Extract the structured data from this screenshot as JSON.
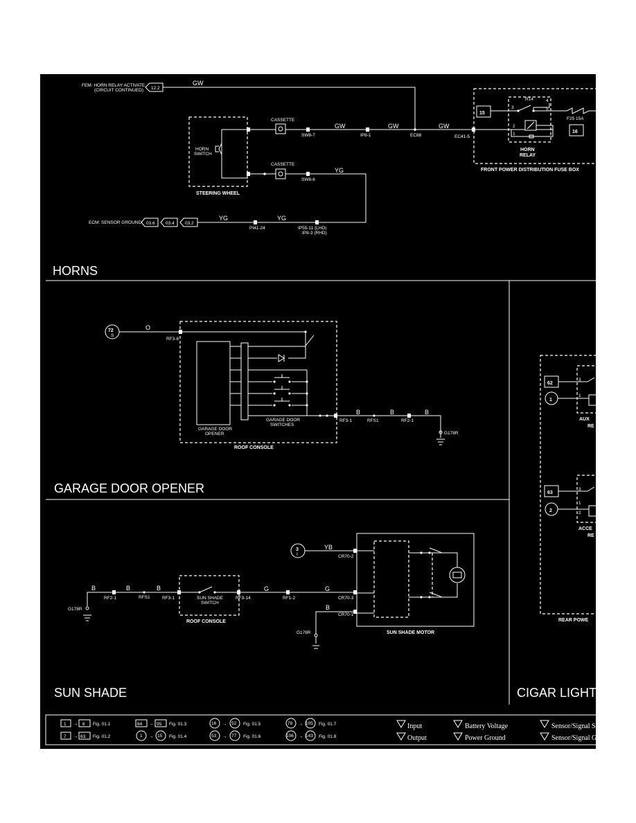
{
  "colors": {
    "background": "#000000",
    "line": "#ffffff",
    "page": "#ffffff"
  },
  "horns": {
    "title": "HORNS",
    "fem_label": "FEM: HORN RELAY ACTIVATE",
    "fem_sub": "(CIRCUIT CONTINUED)",
    "fem_ref": "12.2",
    "wire_gw": "GW",
    "wire_yg": "YG",
    "cassette": "CASSETTE",
    "horn_switch_1": "HORN",
    "horn_switch_2": "SWITCH",
    "steering_wheel": "STEERING WHEEL",
    "sw8_7": "SW8-7",
    "sw8_6": "SW8-6",
    "ip8_1": "IP8-1",
    "ec88": "EC88",
    "ec41_5": "EC41-5",
    "relay_box_num_15": "15",
    "relay_box_num_16": "16",
    "r14": "R14",
    "fuse": "F25 15A",
    "horn_relay_1": "HORN",
    "horn_relay_2": "RELAY",
    "fuse_box": "FRONT POWER DISTRIBUTION FUSE BOX",
    "ecm_label": "ECM: SENSOR GROUND",
    "ecm_refs": [
      "03.6",
      "03.4",
      "03.2"
    ],
    "pi41_24": "PI41-24",
    "ip55_11": "IP55-11 (LHD)",
    "ip8_3": "IP8-3 (RHD)",
    "relay_pins": [
      "3",
      "4",
      "5",
      "2",
      "1"
    ]
  },
  "garage": {
    "title": "GARAGE DOOR OPENER",
    "source_num": "72",
    "source_sub": "S",
    "wire_o": "O",
    "rf3_8": "RF3-8",
    "opener_1": "GARAGE DOOR",
    "opener_2": "OPENER",
    "switches_1": "GARAGE DOOR",
    "switches_2": "SWITCHES",
    "rf3_1": "RF3-1",
    "rfs1": "RFS1",
    "rf2_1": "RF2-1",
    "wire_b": "B",
    "g178r": "G178R",
    "roof_console": "ROOF CONSOLE"
  },
  "sunshade": {
    "title": "SUN SHADE",
    "src_num": "3",
    "src_sub": "I",
    "wire_yb": "YB",
    "wire_b": "B",
    "wire_g": "G",
    "cr70_2": "CR70-2",
    "cr70_3": "CR70-3",
    "cr70_1": "CR70-1",
    "rf2_1": "RF2-1",
    "rfs1": "RFS1",
    "rf3_1": "RF3-1",
    "rf3_14": "RF3-14",
    "rf1_2": "RF1-2",
    "switch_1": "SUN SHADE",
    "switch_2": "SWITCH",
    "roof_console": "ROOF CONSOLE",
    "motor": "SUN SHADE MOTOR",
    "g178r": "G178R",
    "g178r_b": "G178R"
  },
  "cigar": {
    "title": "CIGAR LIGHT",
    "num_62": "62",
    "num_63": "63",
    "circ_1": "1",
    "circ_2": "2",
    "aux_1": "AUX",
    "aux_2": "RE",
    "acc_1": "ACCE",
    "acc_2": "RE",
    "rear_power": "REAR POWE",
    "relay_pins": [
      "3",
      "1",
      "2"
    ]
  },
  "legend": {
    "rows": [
      {
        "from": "1",
        "to": "6",
        "fig": "Fig. 01.1"
      },
      {
        "from": "7",
        "to": "63",
        "fig": "Fig. 01.2"
      },
      {
        "from": "64",
        "to": "95",
        "fig": "Fig. 01.3"
      },
      {
        "from": "1",
        "to": "15",
        "fig": "Fig. 01.4"
      },
      {
        "from": "16",
        "to": "52",
        "fig": "Fig. 01.5"
      },
      {
        "from": "53",
        "to": "77",
        "fig": "Fig. 01.6"
      },
      {
        "from": "78",
        "to": "105",
        "fig": "Fig. 01.7"
      },
      {
        "from": "106",
        "to": "143",
        "fig": "Fig. 01.8"
      }
    ],
    "input": "Input",
    "output": "Output",
    "battery": "Battery Voltage",
    "power_ground": "Power Ground",
    "sensor_s": "Sensor/Signal S",
    "sensor_g": "Sensor/Signal G"
  }
}
